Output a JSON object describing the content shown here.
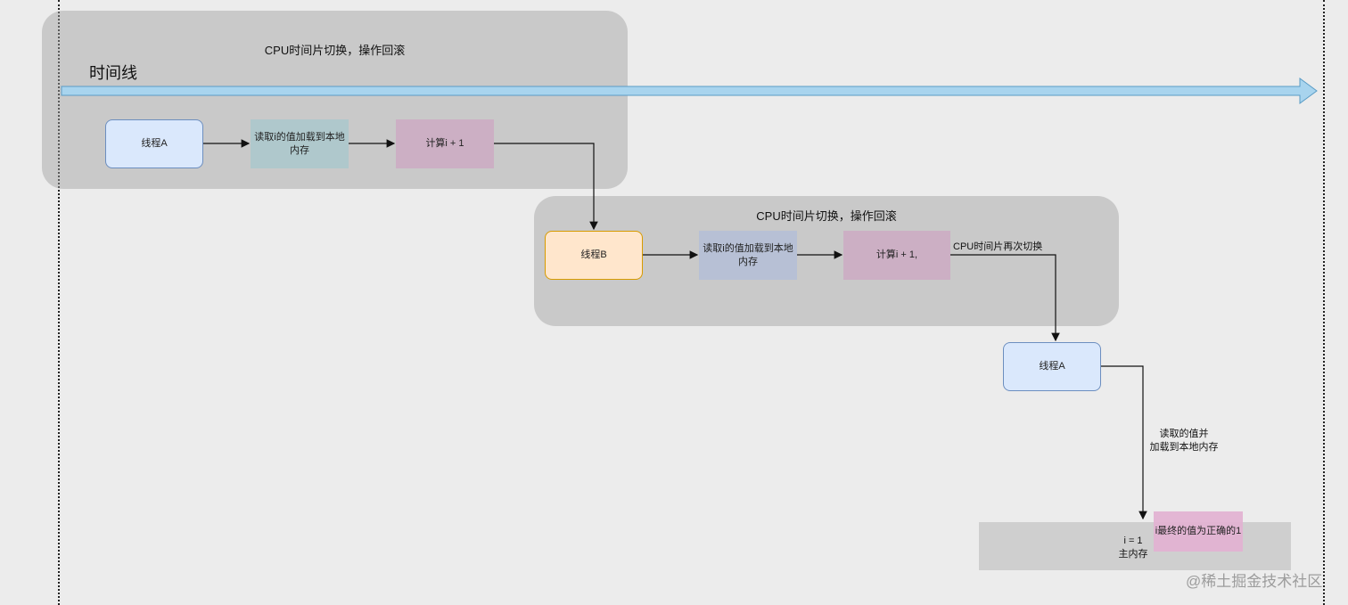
{
  "timeline_label": "时间线",
  "group1": {
    "title": "CPU时间片切换，操作回滚",
    "thread": "线程A",
    "load": "读取i的值加载到本地\n内存",
    "calc": "计算i + 1"
  },
  "group2": {
    "title": "CPU时间片切换，操作回滚",
    "thread": "线程B",
    "load": "读取i的值加载到本地\n内存",
    "calc": "计算i + 1,",
    "switch_label": "CPU时间片再次切换"
  },
  "thread_a2": "线程A",
  "read_label": "读取的值并\n加载到本地内存",
  "main_memory": "i = 1\n主内存",
  "final_value": "i最终的值为正确的1",
  "watermark": "@稀土掘金技术社区",
  "colors": {
    "thread_a_fill": "#dae8fc",
    "thread_b_fill": "#ffe6cc",
    "timeline_arrow": "#a8d4ee"
  }
}
